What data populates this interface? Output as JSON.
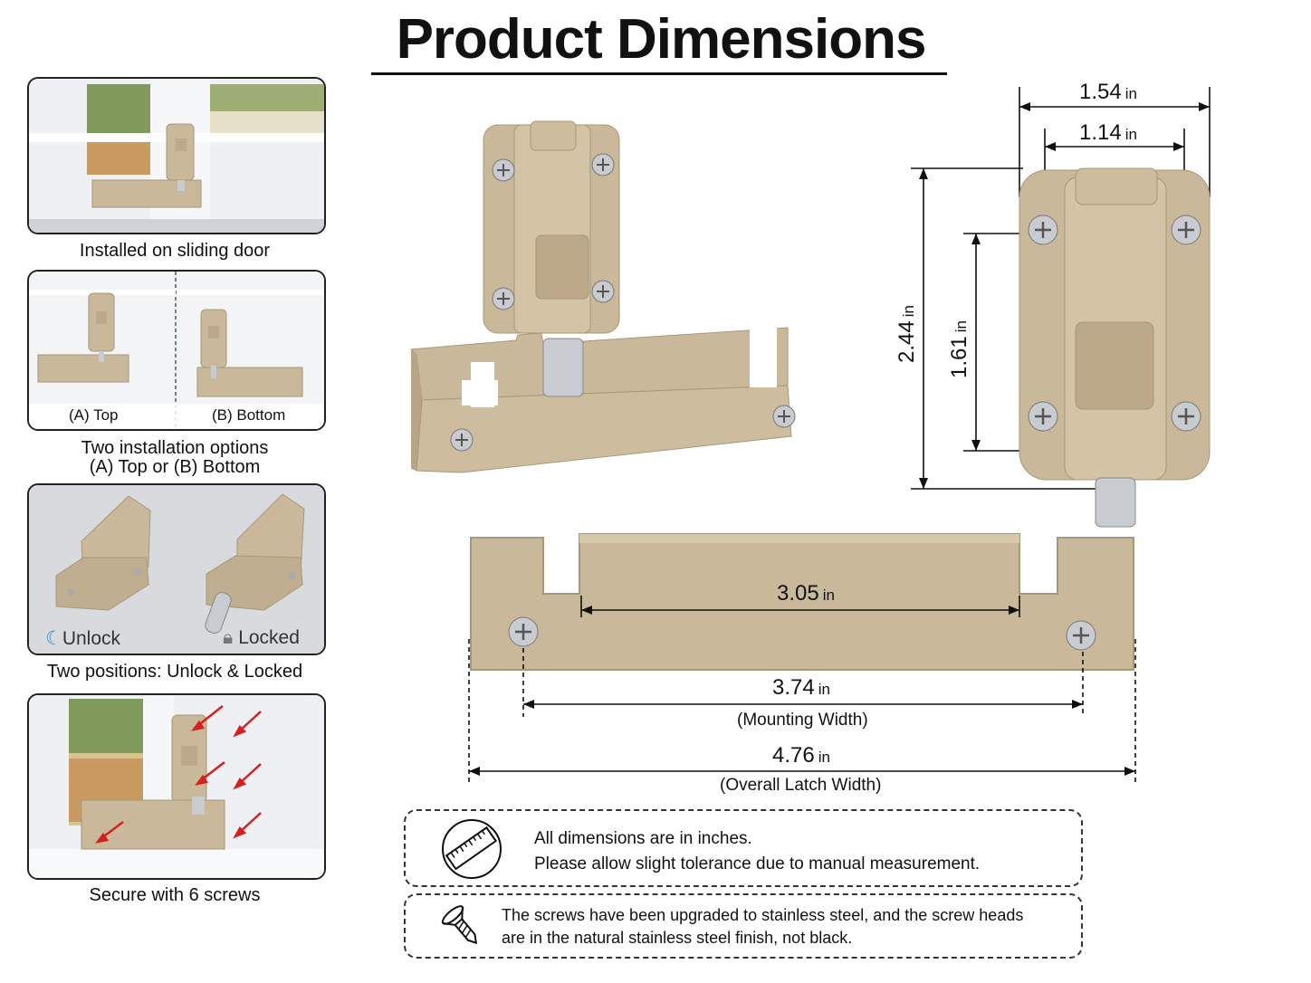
{
  "title": "Product Dimensions",
  "panels": [
    {
      "caption": "Installed on sliding door"
    },
    {
      "caption_line1": "Two installation options",
      "caption_line2": "(A) Top or (B) Bottom",
      "label_a": "(A) Top",
      "label_b": "(B) Bottom"
    },
    {
      "caption": "Two positions: Unlock & Locked",
      "unlock_label": "Unlock",
      "locked_label": "Locked"
    },
    {
      "caption": "Secure with 6 screws"
    }
  ],
  "dimensions": {
    "unit": "in",
    "top_outer_width": "1.54",
    "top_inner_width": "1.14",
    "height_total": "2.44",
    "height_holes": "1.61",
    "slot_span": "3.05",
    "mounting_width": "3.74",
    "mounting_label": "(Mounting Width)",
    "overall_width": "4.76",
    "overall_label": "(Overall Latch Width)"
  },
  "notes": {
    "note1_line1": "All dimensions are in inches.",
    "note1_line2": "Please allow slight tolerance due to manual measurement.",
    "note2_line1": "The screws have been upgraded to stainless steel, and the screw heads",
    "note2_line2": "are in the natural stainless steel finish, not black."
  },
  "colors": {
    "latch_beige": "#c9b99a",
    "latch_shadow": "#a8987a",
    "steel": "#c8cbd0"
  }
}
